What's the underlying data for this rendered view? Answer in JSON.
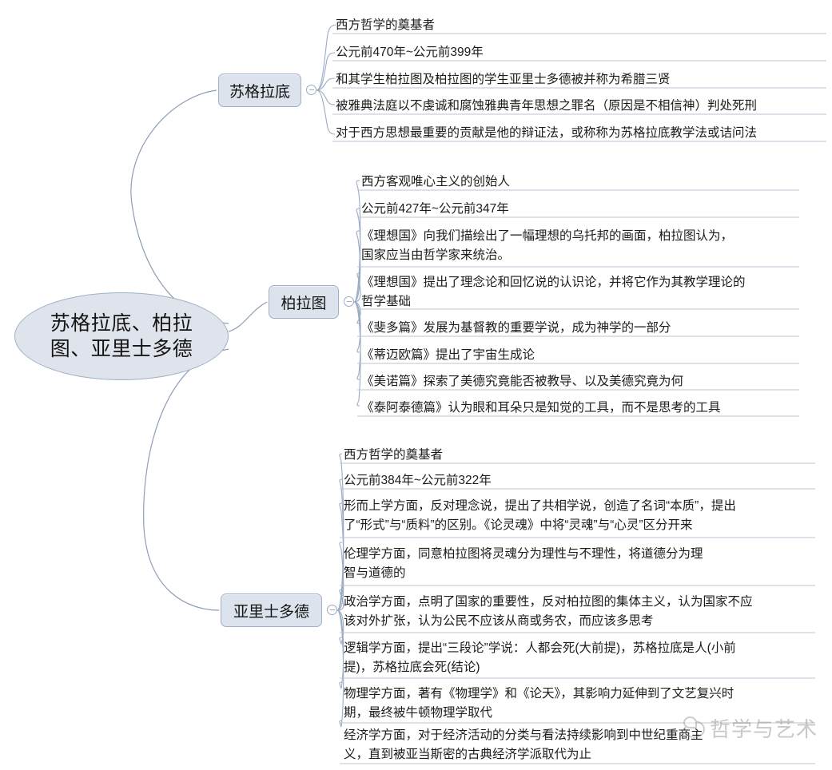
{
  "root": {
    "label": "苏格拉底、柏拉图、亚里士多德"
  },
  "branches": [
    {
      "id": "socrates",
      "label": "苏格拉底",
      "leaves": [
        "西方哲学的奠基者",
        "公元前470年~公元前399年",
        "和其学生柏拉图及柏拉图的学生亚里士多德被并称为希腊三贤",
        "被雅典法庭以不虔诚和腐蚀雅典青年思想之罪名（原因是不相信神）判处死刑",
        "对于西方思想最重要的贡献是他的辩证法，或称称为苏格拉底教学法或诘问法"
      ]
    },
    {
      "id": "plato",
      "label": "柏拉图",
      "leaves": [
        "西方客观唯心主义的创始人",
        "公元前427年~公元前347年",
        "《理想国》向我们描绘出了一幅理想的乌托邦的画面，柏拉图认为，\n国家应当由哲学家来统治。",
        "《理想国》提出了理念论和回忆说的认识论，并将它作为其教学理论的\n哲学基础",
        "《斐多篇》发展为基督教的重要学说，成为神学的一部分",
        "《蒂迈欧篇》提出了宇宙生成论",
        "《美诺篇》探索了美德究竟能否被教导、以及美德究竟为何",
        "《泰阿泰德篇》认为眼和耳朵只是知觉的工具，而不是思考的工具"
      ]
    },
    {
      "id": "aristotle",
      "label": "亚里士多德",
      "leaves": [
        "西方哲学的奠基者",
        "公元前384年~公元前322年",
        "形而上学方面，反对理念说，提出了共相学说，创造了名词“本质”，提出\n了“形式”与“质料”的区别。《论灵魂》中将“灵魂”与“心灵”区分开来",
        "伦理学方面，同意柏拉图将灵魂分为理性与不理性，将道德分为理\n智与道德的",
        "政治学方面，点明了国家的重要性，反对柏拉图的集体主义，认为国家不应\n该对外扩张，认为公民不应该从商或务农，而应该多思考",
        "逻辑学方面，提出“三段论”学说：人都会死(大前提)，苏格拉底是人(小前\n提)，苏格拉底会死(结论)",
        "物理学方面，著有《物理学》和《论天》，其影响力延伸到了文艺复兴时\n期，最终被牛顿物理学取代",
        "经济学方面，对于经济活动的分类与看法持续影响到中世纪重商主\n义，直到被亚当斯密的古典经济学派取代为止"
      ]
    }
  ],
  "watermark": {
    "text": "哲学与艺术",
    "icon": "chat-bubble-icon"
  },
  "colors": {
    "node_fill": "#dde3ec",
    "node_border": "#9fb0c8",
    "connector": "#9aabc4",
    "text": "#1b1b1b",
    "background": "#ffffff"
  }
}
